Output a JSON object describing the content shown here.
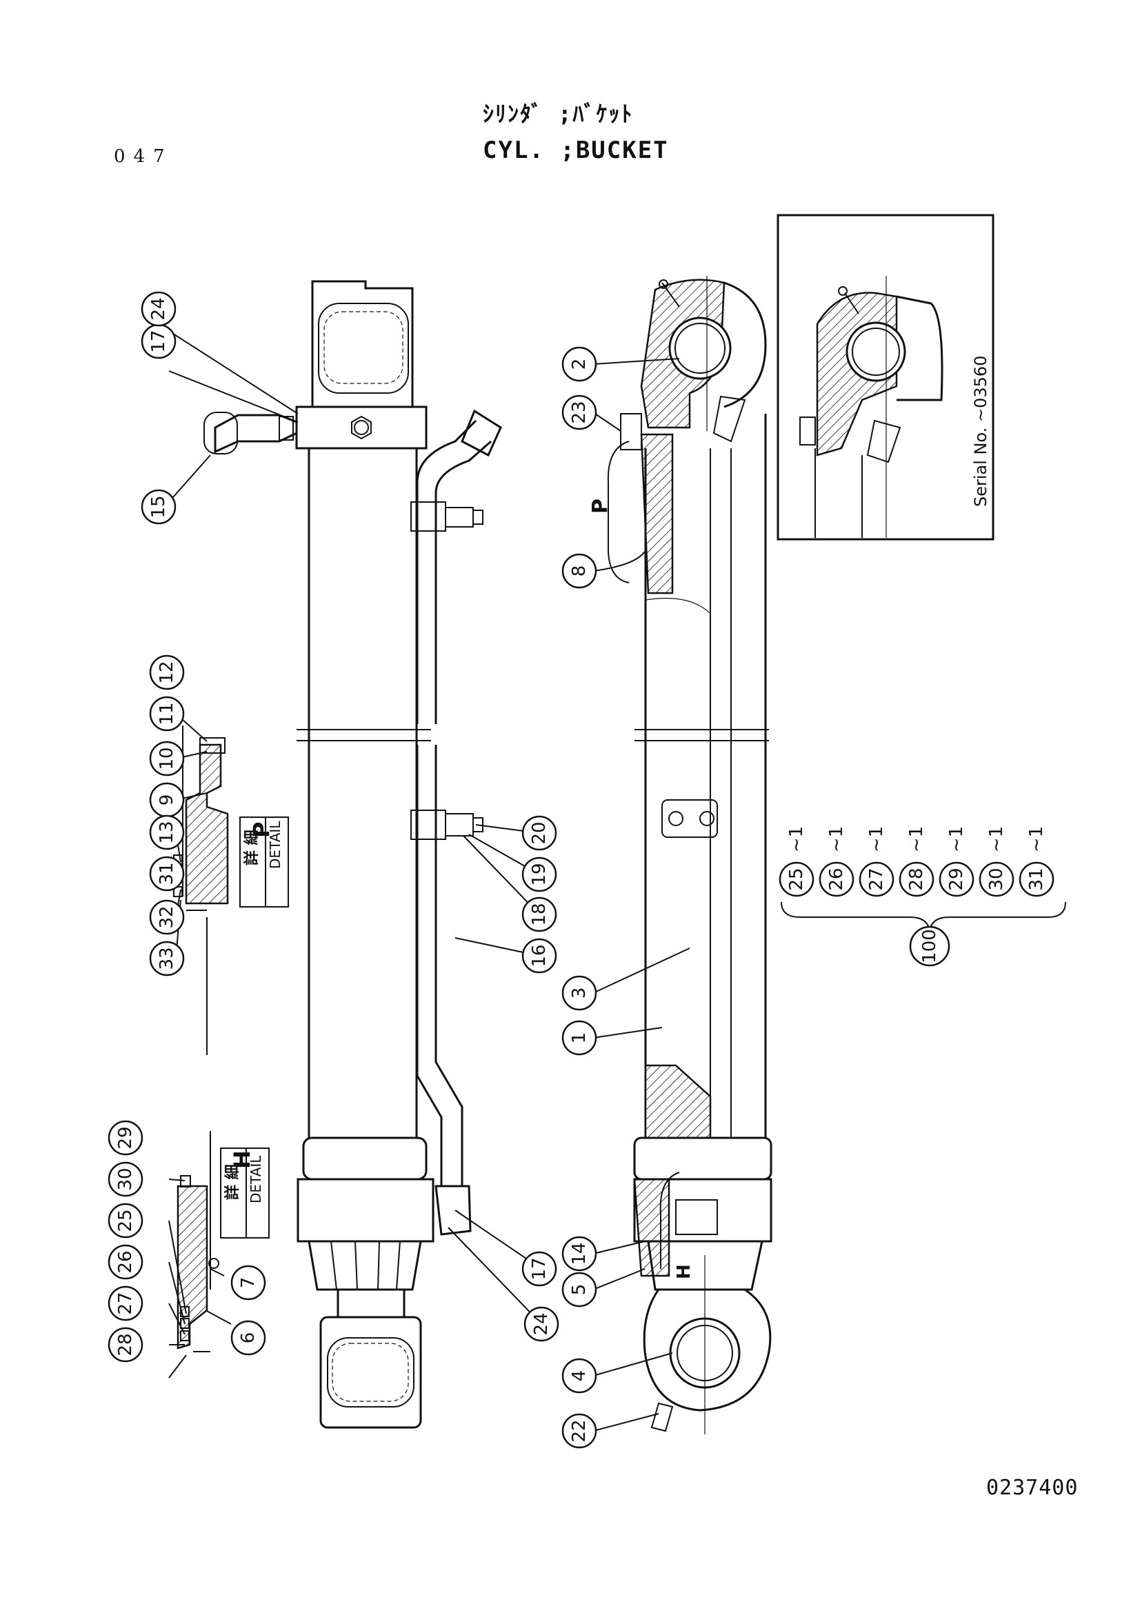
{
  "header": {
    "page_number": "047",
    "title_jp": "ｼﾘﾝﾀﾞ ;ﾊﾞｹｯﾄ",
    "title_en": "CYL. ;BUCKET"
  },
  "inset": {
    "serial_label": "Serial No. ~03560"
  },
  "details": {
    "p": {
      "kanji": "詳 細",
      "word": "DETAIL",
      "letter": "P"
    },
    "h": {
      "kanji": "詳 細",
      "word": "DETAIL",
      "letter": "H"
    }
  },
  "section_markers": {
    "p": "P",
    "h": "H"
  },
  "callouts": [
    "1",
    "2",
    "3",
    "4",
    "5",
    "6",
    "7",
    "8",
    "9",
    "10",
    "11",
    "12",
    "13",
    "14",
    "15",
    "16",
    "17",
    "17",
    "18",
    "19",
    "20",
    "22",
    "23",
    "24",
    "24",
    "25",
    "26",
    "27",
    "28",
    "29",
    "30",
    "31",
    "32",
    "33"
  ],
  "kit": {
    "label": "100",
    "items": [
      "25~1",
      "26~1",
      "27~1",
      "28~1",
      "29~1",
      "30~1",
      "31~1"
    ]
  },
  "document_number": "0237400"
}
